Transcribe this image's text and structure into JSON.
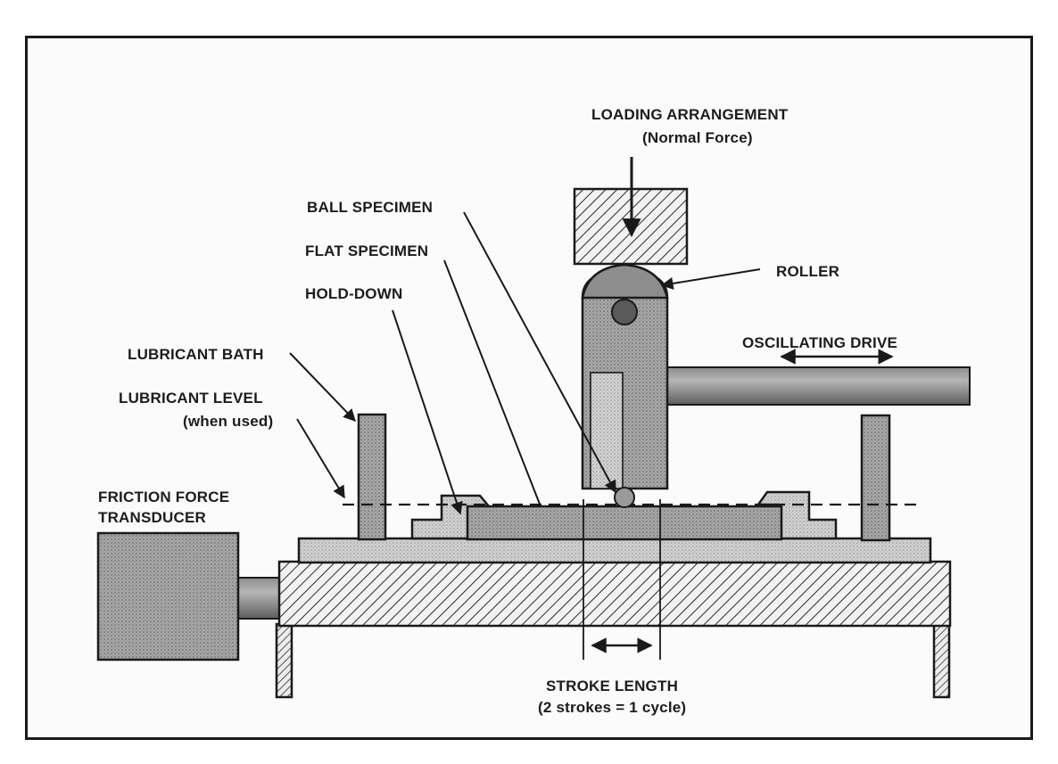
{
  "labels": {
    "loading_arrangement": "LOADING ARRANGEMENT",
    "normal_force": "(Normal Force)",
    "ball_specimen": "BALL SPECIMEN",
    "flat_specimen": "FLAT SPECIMEN",
    "hold_down": "HOLD-DOWN",
    "roller": "ROLLER",
    "oscillating_drive": "OSCILLATING DRIVE",
    "lubricant_bath": "LUBRICANT BATH",
    "lubricant_level": "LUBRICANT LEVEL",
    "when_used": "(when used)",
    "friction_force": "FRICTION FORCE",
    "transducer": "TRANSDUCER",
    "stroke_length": "STROKE LENGTH",
    "cycle_note": "(2 strokes = 1 cycle)"
  }
}
